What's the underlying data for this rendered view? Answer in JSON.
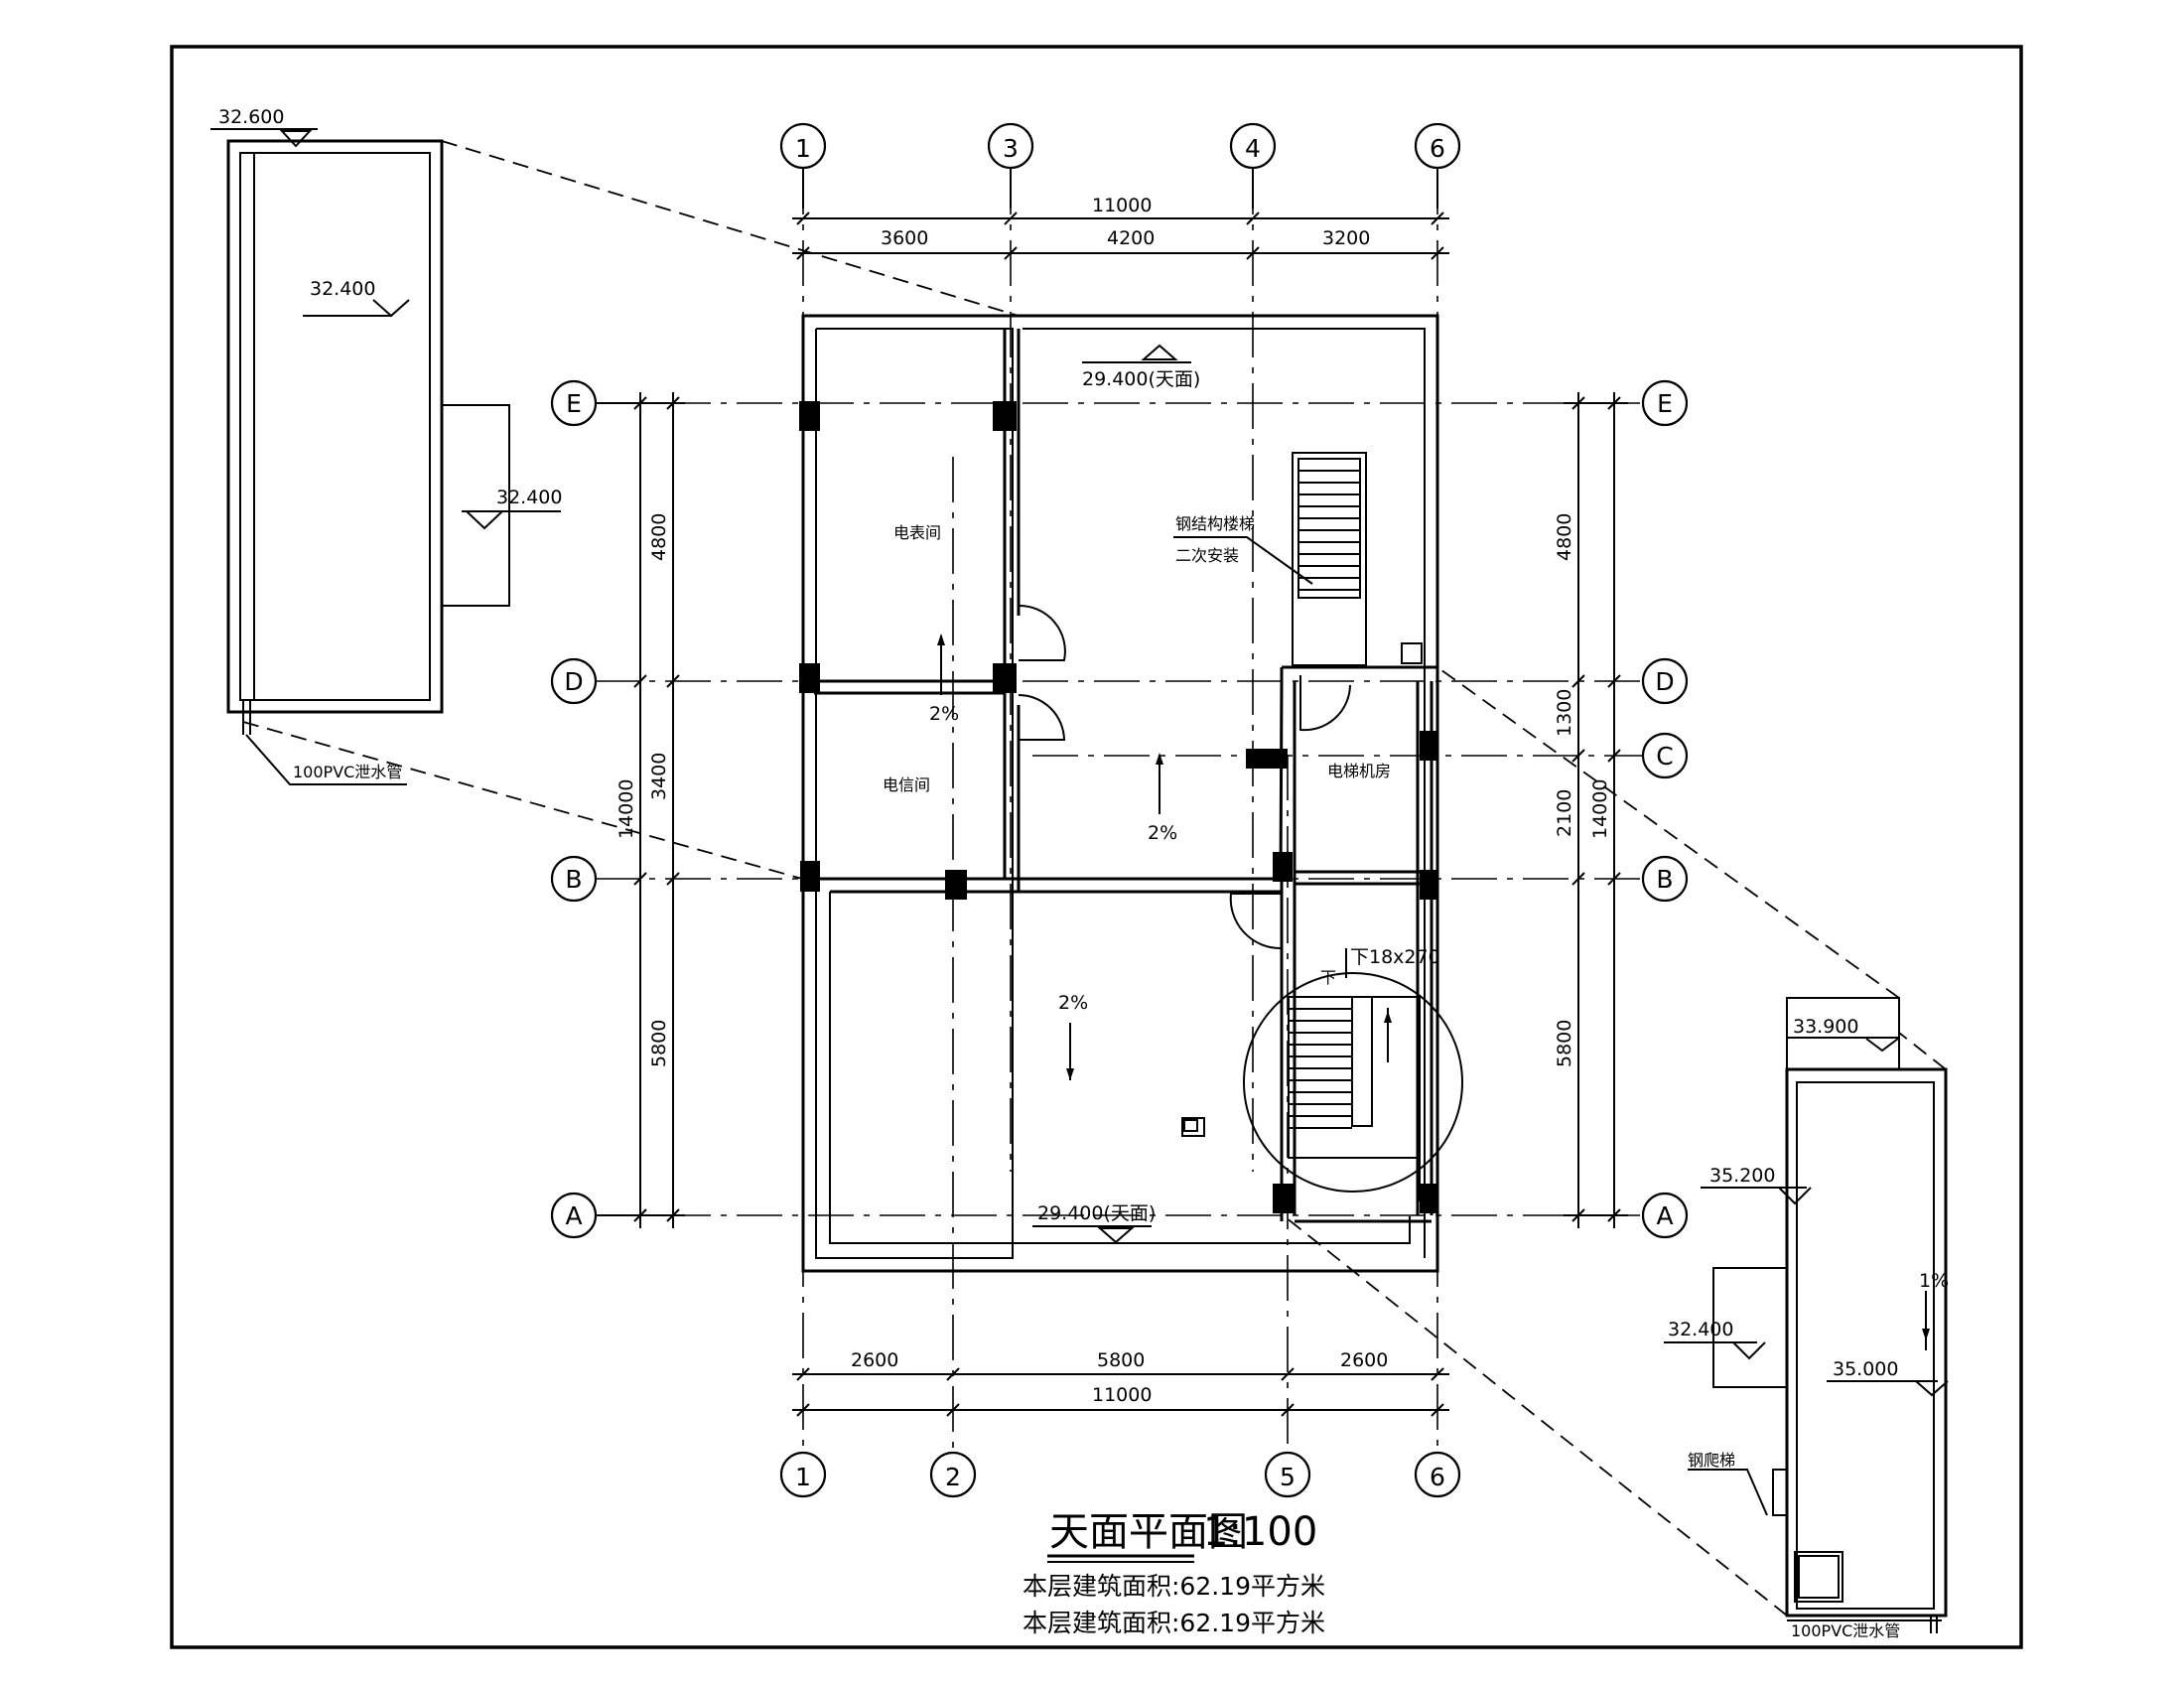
{
  "grid": {
    "top_axes": [
      "1",
      "3",
      "4",
      "6"
    ],
    "bottom_axes": [
      "1",
      "2",
      "5",
      "6"
    ],
    "left_axes": [
      "E",
      "D",
      "B",
      "A"
    ],
    "right_axes": [
      "E",
      "D",
      "C",
      "B",
      "A"
    ]
  },
  "dimensions": {
    "top_total": "11000",
    "top_segments": [
      "3600",
      "4200",
      "3200"
    ],
    "bottom_segments": [
      "2600",
      "5800",
      "2600"
    ],
    "bottom_total": "11000",
    "left_segments": [
      "4800",
      "3400",
      "5800"
    ],
    "left_total": "14000",
    "right_segments": [
      "4800",
      "1300",
      "2100",
      "5800"
    ],
    "right_total": "14000"
  },
  "plan_labels": {
    "roof_top": "29.400(天面)",
    "roof_bottom": "29.400(天面)",
    "meter_room": "电表间",
    "telecom_room": "电信间",
    "elevator_room": "电梯机房",
    "steel_stair_line1": "钢结构楼梯",
    "steel_stair_line2": "二次安装",
    "stair_spec": "下18x270",
    "stair_down": "下",
    "slope_1": "2%",
    "slope_2": "2%",
    "slope_3": "2%"
  },
  "left_detail": {
    "elev_top": "32.600",
    "elev_inner": "32.400",
    "elev_side": "32.400",
    "pipe": "100PVC泄水管"
  },
  "right_detail": {
    "elev_top": "33.900",
    "elev_roof": "35.200",
    "elev_side": "32.400",
    "elev_inner": "35.000",
    "slope": "1%",
    "ladder": "钢爬梯",
    "pipe": "100PVC泄水管"
  },
  "title_block": {
    "title": "天面平面图",
    "scale": "1:100",
    "area_line_1": "本层建筑面积:62.19平方米",
    "area_line_2": "本层建筑面积:62.19平方米"
  }
}
